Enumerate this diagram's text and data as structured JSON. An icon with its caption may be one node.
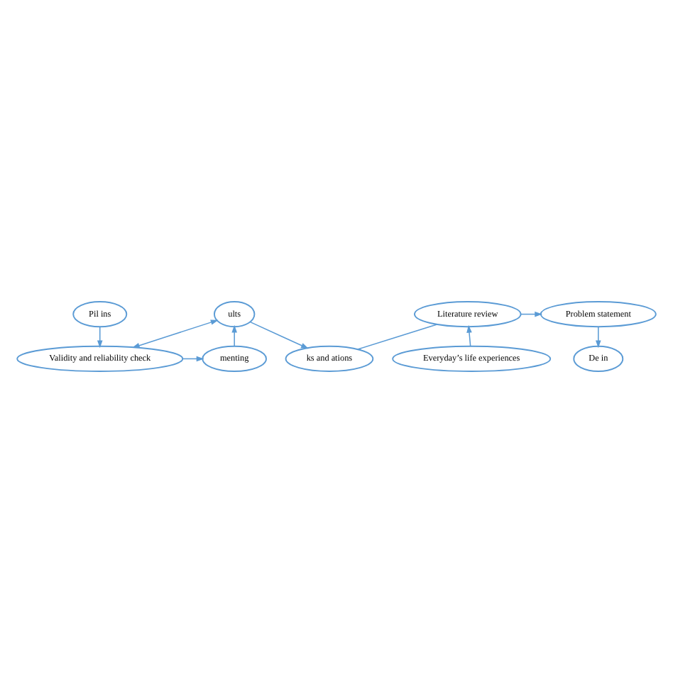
{
  "diagram": {
    "nodes": [
      {
        "text": [
          "Literature review"
        ]
      },
      {
        "text": [
          "Problem statement"
        ]
      },
      {
        "text": [
          "ks and ations"
        ]
      },
      {
        "text": [
          "Everyday’s life experiences"
        ]
      },
      {
        "text": [
          "De in"
        ]
      },
      {
        "text": [
          "ults"
        ]
      },
      {
        "text": [
          "Pil ins"
        ]
      },
      {
        "text": [
          "menting"
        ]
      },
      {
        "text": [
          "Validity and reliability check"
        ]
      }
    ],
    "edges": [
      {
        "from": 0,
        "to": 1,
        "arrow": "to"
      },
      {
        "from": 1,
        "to": 4,
        "arrow": "to"
      },
      {
        "from": 6,
        "to": 8,
        "arrow": "to"
      },
      {
        "from": 8,
        "to": 7,
        "arrow": "to"
      },
      {
        "from": 7,
        "to": 5,
        "arrow": "to"
      },
      {
        "from": 5,
        "to": 8,
        "arrow": "both"
      },
      {
        "from": 5,
        "to": 2,
        "arrow": "to"
      },
      {
        "from": 2,
        "to": 0,
        "arrow": "none"
      },
      {
        "from": 3,
        "to": 0,
        "arrow": "to"
      }
    ]
  }
}
